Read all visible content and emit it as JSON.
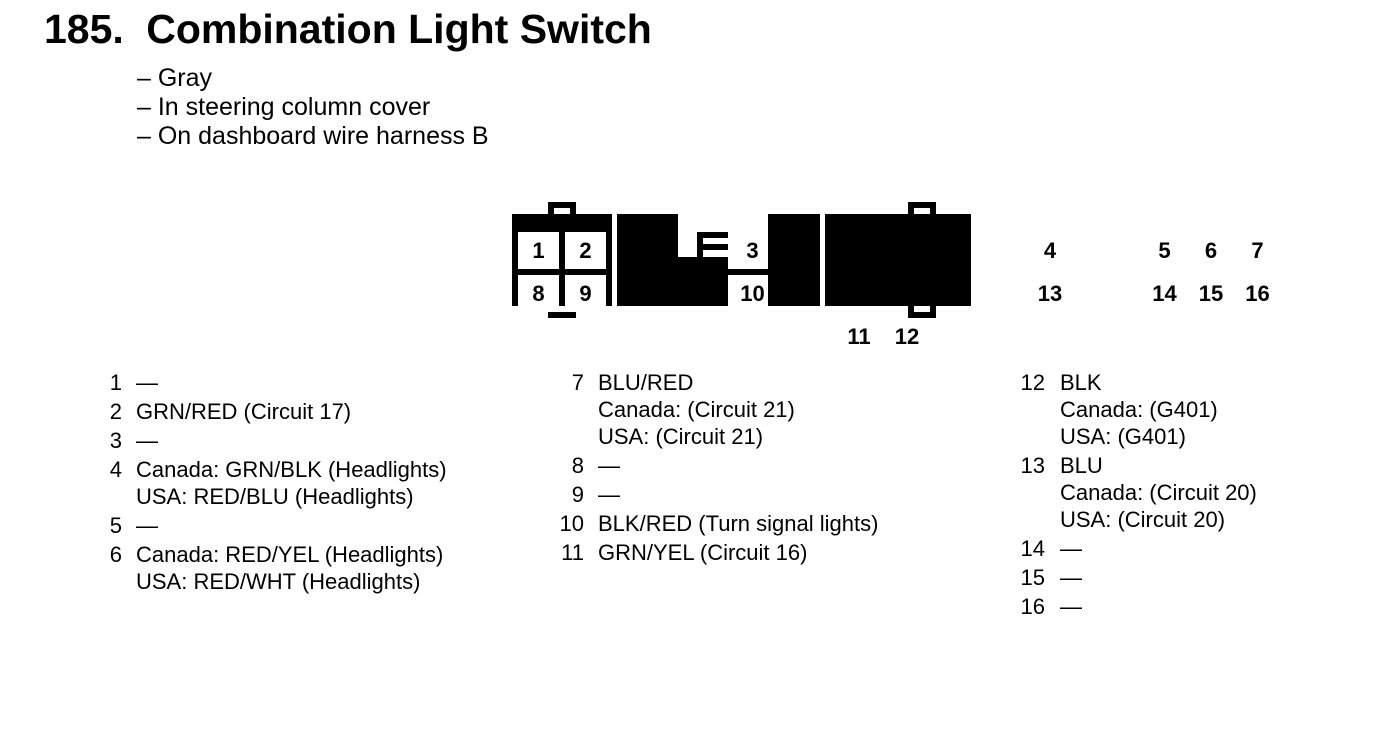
{
  "header": {
    "number": "185.",
    "title": "Combination Light Switch",
    "notes": [
      "– Gray",
      "– In steering column cover",
      "– On dashboard wire harness B"
    ]
  },
  "connector": {
    "cells": [
      "1",
      "2",
      "3",
      "4",
      "5",
      "6",
      "7",
      "8",
      "9",
      "10",
      "11",
      "12",
      "13",
      "14",
      "15",
      "16"
    ]
  },
  "pin_table": {
    "columns": [
      {
        "items": [
          {
            "pin": "1",
            "lines": [
              "—"
            ]
          },
          {
            "pin": "2",
            "lines": [
              "GRN/RED (Circuit 17)"
            ]
          },
          {
            "pin": "3",
            "lines": [
              "—"
            ]
          },
          {
            "pin": "4",
            "lines": [
              "Canada: GRN/BLK (Headlights)",
              "USA: RED/BLU (Headlights)"
            ]
          },
          {
            "pin": "5",
            "lines": [
              "—"
            ]
          },
          {
            "pin": "6",
            "lines": [
              "Canada: RED/YEL (Headlights)",
              "USA: RED/WHT (Headlights)"
            ]
          }
        ]
      },
      {
        "items": [
          {
            "pin": "7",
            "lines": [
              "BLU/RED",
              "Canada: (Circuit 21)",
              "USA: (Circuit 21)"
            ]
          },
          {
            "pin": "8",
            "lines": [
              "—"
            ]
          },
          {
            "pin": "9",
            "lines": [
              "—"
            ]
          },
          {
            "pin": "10",
            "lines": [
              "BLK/RED (Turn signal lights)"
            ]
          },
          {
            "pin": "11",
            "lines": [
              "GRN/YEL (Circuit 16)"
            ]
          }
        ]
      },
      {
        "items": [
          {
            "pin": "12",
            "lines": [
              "BLK",
              "Canada: (G401)",
              "USA: (G401)"
            ]
          },
          {
            "pin": "13",
            "lines": [
              "BLU",
              "Canada: (Circuit 20)",
              "USA: (Circuit 20)"
            ]
          },
          {
            "pin": "14",
            "lines": [
              "—"
            ]
          },
          {
            "pin": "15",
            "lines": [
              "—"
            ]
          },
          {
            "pin": "16",
            "lines": [
              "—"
            ]
          }
        ]
      }
    ]
  },
  "colors": {
    "ink": "#000000",
    "paper": "#ffffff"
  }
}
